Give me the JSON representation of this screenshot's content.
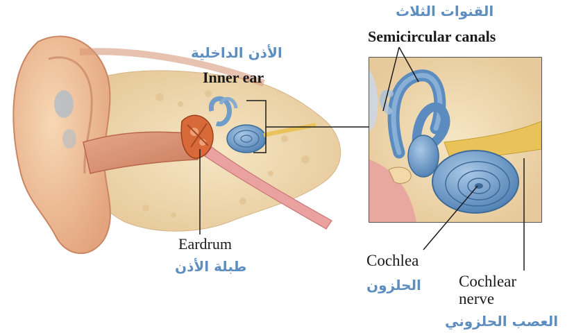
{
  "labels": {
    "semicircular_ar": "القنوات الثلاث",
    "semicircular_en": "Semicircular canals",
    "inner_ear_ar": "الأذن الداخلية",
    "inner_ear_en": "Inner ear",
    "eardrum_en": "Eardrum",
    "eardrum_ar": "طبلة الأذن",
    "cochlea_en": "Cochlea",
    "cochlea_ar": "الحلزون",
    "cochlear_nerve_en": "Cochlear\nnerve",
    "cochlear_nerve_ar": "العصب الحلزوني"
  },
  "colors": {
    "skin": "#f2c9a0",
    "bone": "#f0dcb4",
    "canal": "#d9967a",
    "inner_ear_blue": "#6f9cc8",
    "nerve_yellow": "#e9c35a",
    "eardrum": "#d86a3a",
    "arabic_text": "#5d8ebf"
  }
}
